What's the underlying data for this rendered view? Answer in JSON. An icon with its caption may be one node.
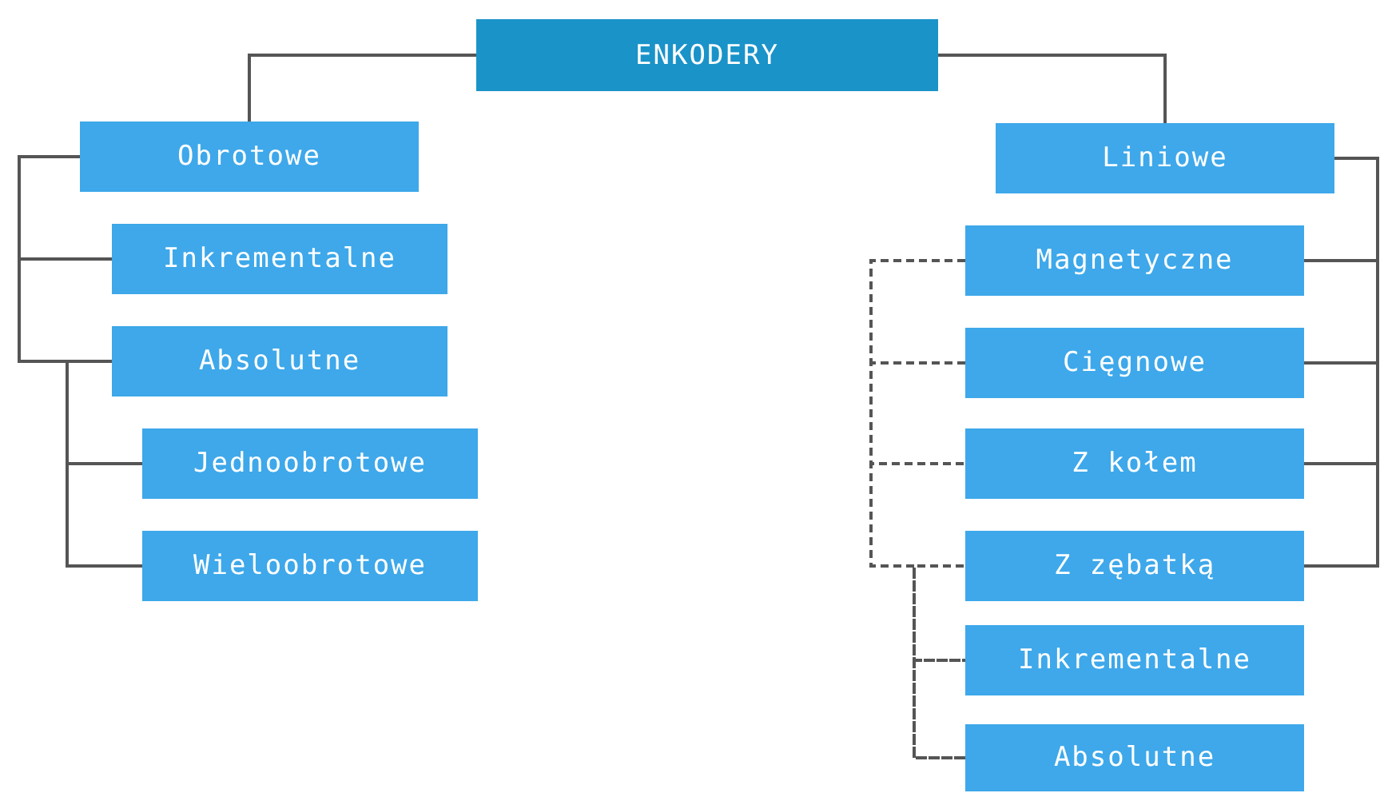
{
  "diagram": {
    "nodes": [
      {
        "text": [
          "ENKODERY"
        ]
      },
      {
        "text": [
          "Obrotowe"
        ]
      },
      {
        "text": [
          "Inkrementalne"
        ]
      },
      {
        "text": [
          "Absolutne"
        ]
      },
      {
        "text": [
          "Jednoobrotowe"
        ]
      },
      {
        "text": [
          "Wieloobrotowe"
        ]
      },
      {
        "text": [
          "Liniowe"
        ]
      },
      {
        "text": [
          "Magnetyczne"
        ]
      },
      {
        "text": [
          "Cięgnowe"
        ]
      },
      {
        "text": [
          "Z kołem"
        ]
      },
      {
        "text": [
          "Z zębatką"
        ]
      },
      {
        "text": [
          "Inkrementalne"
        ]
      },
      {
        "text": [
          "Absolutne"
        ]
      }
    ],
    "edges": [
      {
        "from": 0,
        "to": 1,
        "arrow": "none"
      },
      {
        "from": 0,
        "to": 6,
        "arrow": "none"
      },
      {
        "from": 1,
        "to": 2,
        "arrow": "none"
      },
      {
        "from": 1,
        "to": 3,
        "arrow": "none"
      },
      {
        "from": 3,
        "to": 4,
        "arrow": "none"
      },
      {
        "from": 3,
        "to": 5,
        "arrow": "none"
      },
      {
        "from": 6,
        "to": 7,
        "arrow": "none"
      },
      {
        "from": 6,
        "to": 8,
        "arrow": "none"
      },
      {
        "from": 6,
        "to": 9,
        "arrow": "none"
      },
      {
        "from": 6,
        "to": 10,
        "arrow": "none"
      },
      {
        "from": 7,
        "to": 11,
        "arrow": "none",
        "style": "dashed"
      },
      {
        "from": 7,
        "to": 12,
        "arrow": "none",
        "style": "dashed"
      },
      {
        "from": 8,
        "to": 11,
        "arrow": "none",
        "style": "dashed"
      },
      {
        "from": 8,
        "to": 12,
        "arrow": "none",
        "style": "dashed"
      },
      {
        "from": 9,
        "to": 11,
        "arrow": "none",
        "style": "dashed"
      },
      {
        "from": 9,
        "to": 12,
        "arrow": "none",
        "style": "dashed"
      },
      {
        "from": 10,
        "to": 11,
        "arrow": "none",
        "style": "dashed"
      },
      {
        "from": 10,
        "to": 12,
        "arrow": "none",
        "style": "dashed"
      }
    ]
  }
}
